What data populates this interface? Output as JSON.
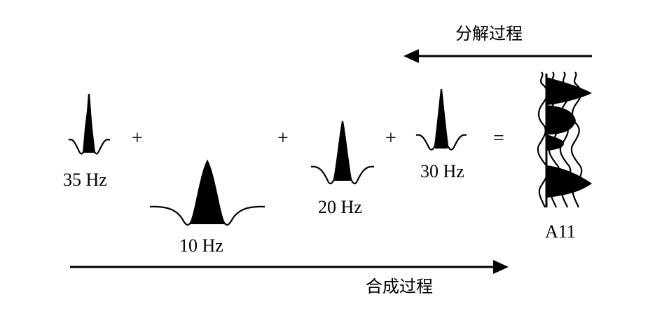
{
  "top_arrow_label": "分解过程",
  "bottom_arrow_label": "合成过程",
  "wavelets": [
    {
      "label": "35 Hz"
    },
    {
      "label": "10 Hz"
    },
    {
      "label": "20 Hz"
    },
    {
      "label": "30 Hz"
    }
  ],
  "operators": [
    "+",
    "+",
    "+",
    "="
  ],
  "result_label": "A11"
}
